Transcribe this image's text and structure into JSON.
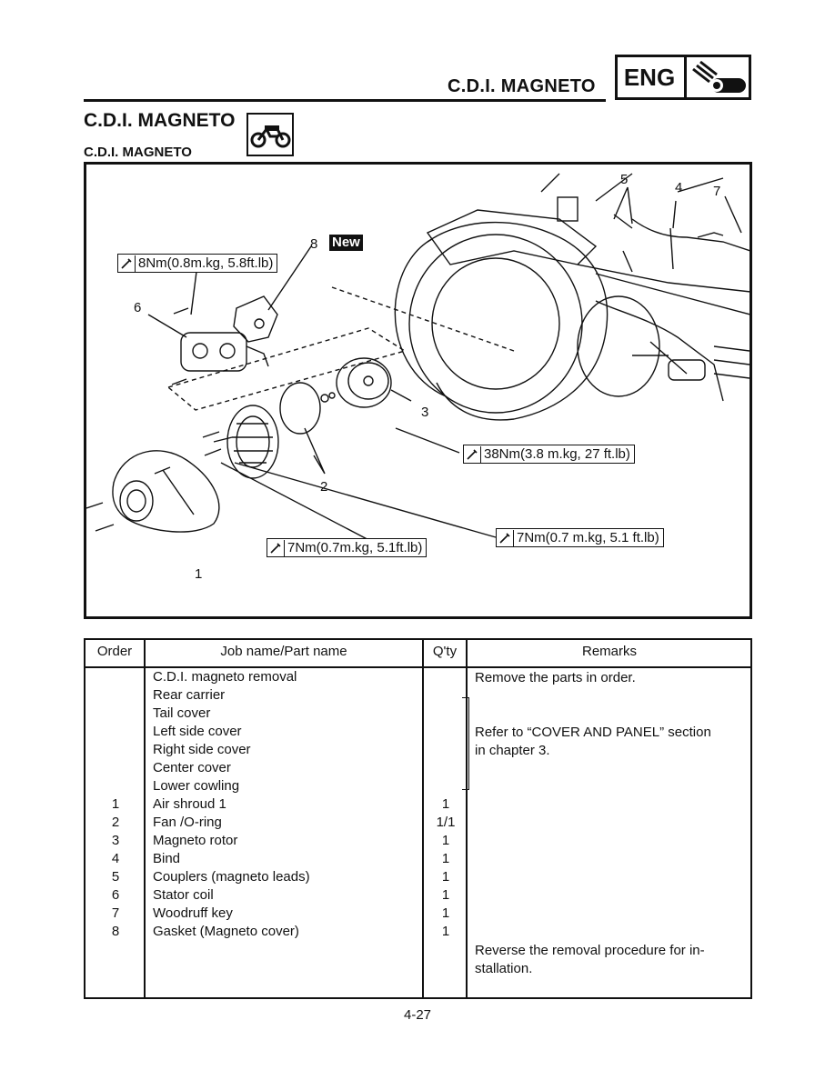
{
  "header": {
    "section": "C.D.I. MAGNETO",
    "badge": "ENG"
  },
  "title": "C.D.I. MAGNETO",
  "subtitle": "C.D.I. MAGNETO",
  "figure": {
    "callouts": [
      "1",
      "2",
      "3",
      "4",
      "5",
      "6",
      "7",
      "8"
    ],
    "new_label": "New",
    "torques": {
      "stator": "8Nm(0.8m.kg, 5.8ft.lb)",
      "rotor": "38Nm(3.8 m.kg, 27 ft.lb)",
      "fan": "7Nm(0.7 m.kg, 5.1 ft.lb)",
      "shroud": "7Nm(0.7m.kg, 5.1ft.lb)"
    }
  },
  "table": {
    "headers": {
      "order": "Order",
      "name": "Job name/Part name",
      "qty": "Q'ty",
      "remarks": "Remarks"
    },
    "rows": [
      {
        "order": "",
        "name": "C.D.I. magneto removal",
        "qty": ""
      },
      {
        "order": "",
        "name": "Rear carrier",
        "qty": ""
      },
      {
        "order": "",
        "name": "Tail cover",
        "qty": ""
      },
      {
        "order": "",
        "name": "Left side cover",
        "qty": ""
      },
      {
        "order": "",
        "name": "Right side cover",
        "qty": ""
      },
      {
        "order": "",
        "name": "Center cover",
        "qty": ""
      },
      {
        "order": "",
        "name": "Lower cowling",
        "qty": ""
      },
      {
        "order": "1",
        "name": "Air shroud 1",
        "qty": "1"
      },
      {
        "order": "2",
        "name": "Fan /O-ring",
        "qty": "1/1"
      },
      {
        "order": "3",
        "name": "Magneto rotor",
        "qty": "1"
      },
      {
        "order": "4",
        "name": "Bind",
        "qty": "1"
      },
      {
        "order": "5",
        "name": "Couplers (magneto leads)",
        "qty": "1"
      },
      {
        "order": "6",
        "name": "Stator coil",
        "qty": "1"
      },
      {
        "order": "7",
        "name": "Woodruff key",
        "qty": "1"
      },
      {
        "order": "8",
        "name": "Gasket (Magneto cover)",
        "qty": "1"
      }
    ],
    "remarks": {
      "first": "Remove the parts in order.",
      "refer_line1": "Refer to “COVER AND PANEL” section",
      "refer_line2": "in chapter 3.",
      "reverse_line1": "Reverse the removal procedure for in-",
      "reverse_line2": "stallation."
    }
  },
  "page_number": "4-27"
}
